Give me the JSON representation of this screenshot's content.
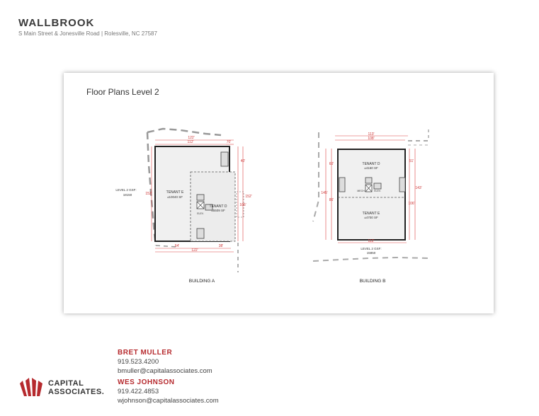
{
  "header": {
    "title": "WALLBROOK",
    "address": "S Main Street & Jonesville Road | Rolesville, NC 27587"
  },
  "panel": {
    "title": "Floor Plans Level 2"
  },
  "building_a": {
    "label": "BUILDING A",
    "gsf_label": "LEVEL 2 GSF:",
    "gsf_value": "18150",
    "tenant_e_name": "TENANT E",
    "tenant_e_area": "±10040 SF",
    "tenant_d_name": "TENANT D",
    "tenant_d_area": "±5509 SF",
    "dim_top_total": "122'",
    "dim_top_main": "112'",
    "dim_top_small": "70'",
    "dim_bottom_left": "64'",
    "dim_bottom_right": "38'",
    "dim_bottom_total": "122'",
    "dim_left": "152'",
    "dim_right_main": "152'",
    "dim_right_a": "40'",
    "dim_right_b": "106'",
    "elevator": "ELEV."
  },
  "building_b": {
    "label": "BUILDING B",
    "gsf_label": "LEVEL 2 GSF:",
    "gsf_value": "15850",
    "tenant_d_name": "TENANT D",
    "tenant_d_area": "±4160 SF",
    "tenant_e_name": "TENANT E",
    "tenant_e_area": "±4700 SF",
    "dim_top_total": "113'",
    "dim_top_main": "108'",
    "dim_bottom": "112'",
    "dim_left_total": "145'",
    "dim_left_a": "60'",
    "dim_left_b": "86'",
    "dim_right_total": "143'",
    "dim_right_a": "51'",
    "dim_right_b": "106'",
    "mech": "MECH.",
    "elevator": "ELEV."
  },
  "contacts": [
    {
      "name": "BRET MULLER",
      "phone": "919.523.4200",
      "email": "bmuller@capitalassociates.com"
    },
    {
      "name": "WES JOHNSON",
      "phone": "919.422.4853",
      "email": "wjohnson@capitalassociates.com"
    }
  ],
  "logo": {
    "line1": "CAPITAL",
    "line2": "ASSOCIATES.",
    "color": "#b62a2e"
  }
}
